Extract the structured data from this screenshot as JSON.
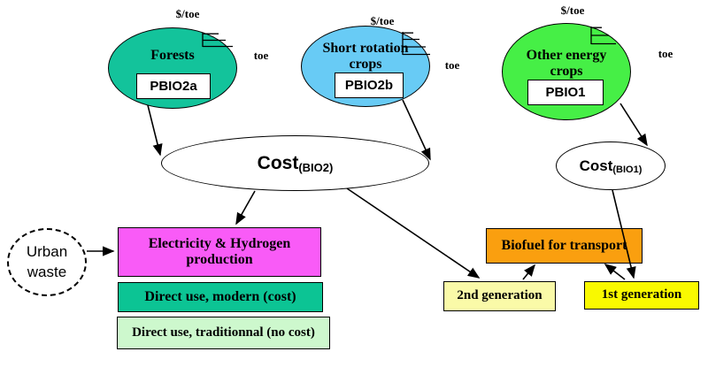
{
  "sources": [
    {
      "name": "Forests",
      "tech": "PBIO2a",
      "y_axis": "$/toe",
      "x_axis": "toe"
    },
    {
      "name": "Short rotation crops",
      "tech": "PBIO2b",
      "y_axis": "$/toe",
      "x_axis": "toe"
    },
    {
      "name": "Other energy crops",
      "tech": "PBIO1",
      "y_axis": "$/toe",
      "x_axis": "toe"
    }
  ],
  "costs": {
    "bio2": {
      "base": "Cost",
      "sub": "(BIO2)"
    },
    "bio1": {
      "base": "Cost",
      "sub": "(BIO1)"
    }
  },
  "waste": {
    "label": "Urban waste"
  },
  "uses": {
    "electricity": {
      "label": "Electricity & Hydrogen production"
    },
    "direct_modern": {
      "label": "Direct use, modern (cost)"
    },
    "direct_traditional": {
      "label": "Direct use, traditionnal (no cost)"
    },
    "biofuel": {
      "label": "Biofuel for transport"
    },
    "gen2": {
      "label": "2nd generation"
    },
    "gen1": {
      "label": "1st generation"
    }
  },
  "palette": {
    "forests": "#13c39b",
    "short_rotation": "#68cbf5",
    "other_energy": "#46ef46",
    "electricity": "#f95bf7",
    "direct_modern": "#0cc494",
    "direct_traditional": "#cdf8cd",
    "biofuel": "#fa9f0f",
    "gen2": "#fafaa8",
    "gen1": "#f9f900",
    "cost_fill": "#ffffff",
    "line": "#000000"
  }
}
